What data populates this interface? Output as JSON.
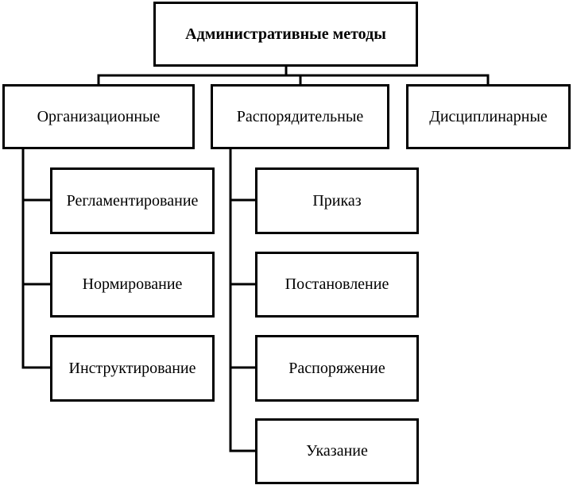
{
  "diagram": {
    "root": {
      "label": "Административные методы"
    },
    "categories": [
      {
        "label": "Организационные",
        "children": [
          "Регламентирование",
          "Нормирование",
          "Инструктирование"
        ]
      },
      {
        "label": "Распорядительные",
        "children": [
          "Приказ",
          "Постановление",
          "Распоряжение",
          "Указание"
        ]
      },
      {
        "label": "Дисциплинарные",
        "children": []
      }
    ],
    "colors": {
      "line": "#000000",
      "box_border": "#000000",
      "box_fill": "#ffffff",
      "text": "#000000"
    }
  }
}
